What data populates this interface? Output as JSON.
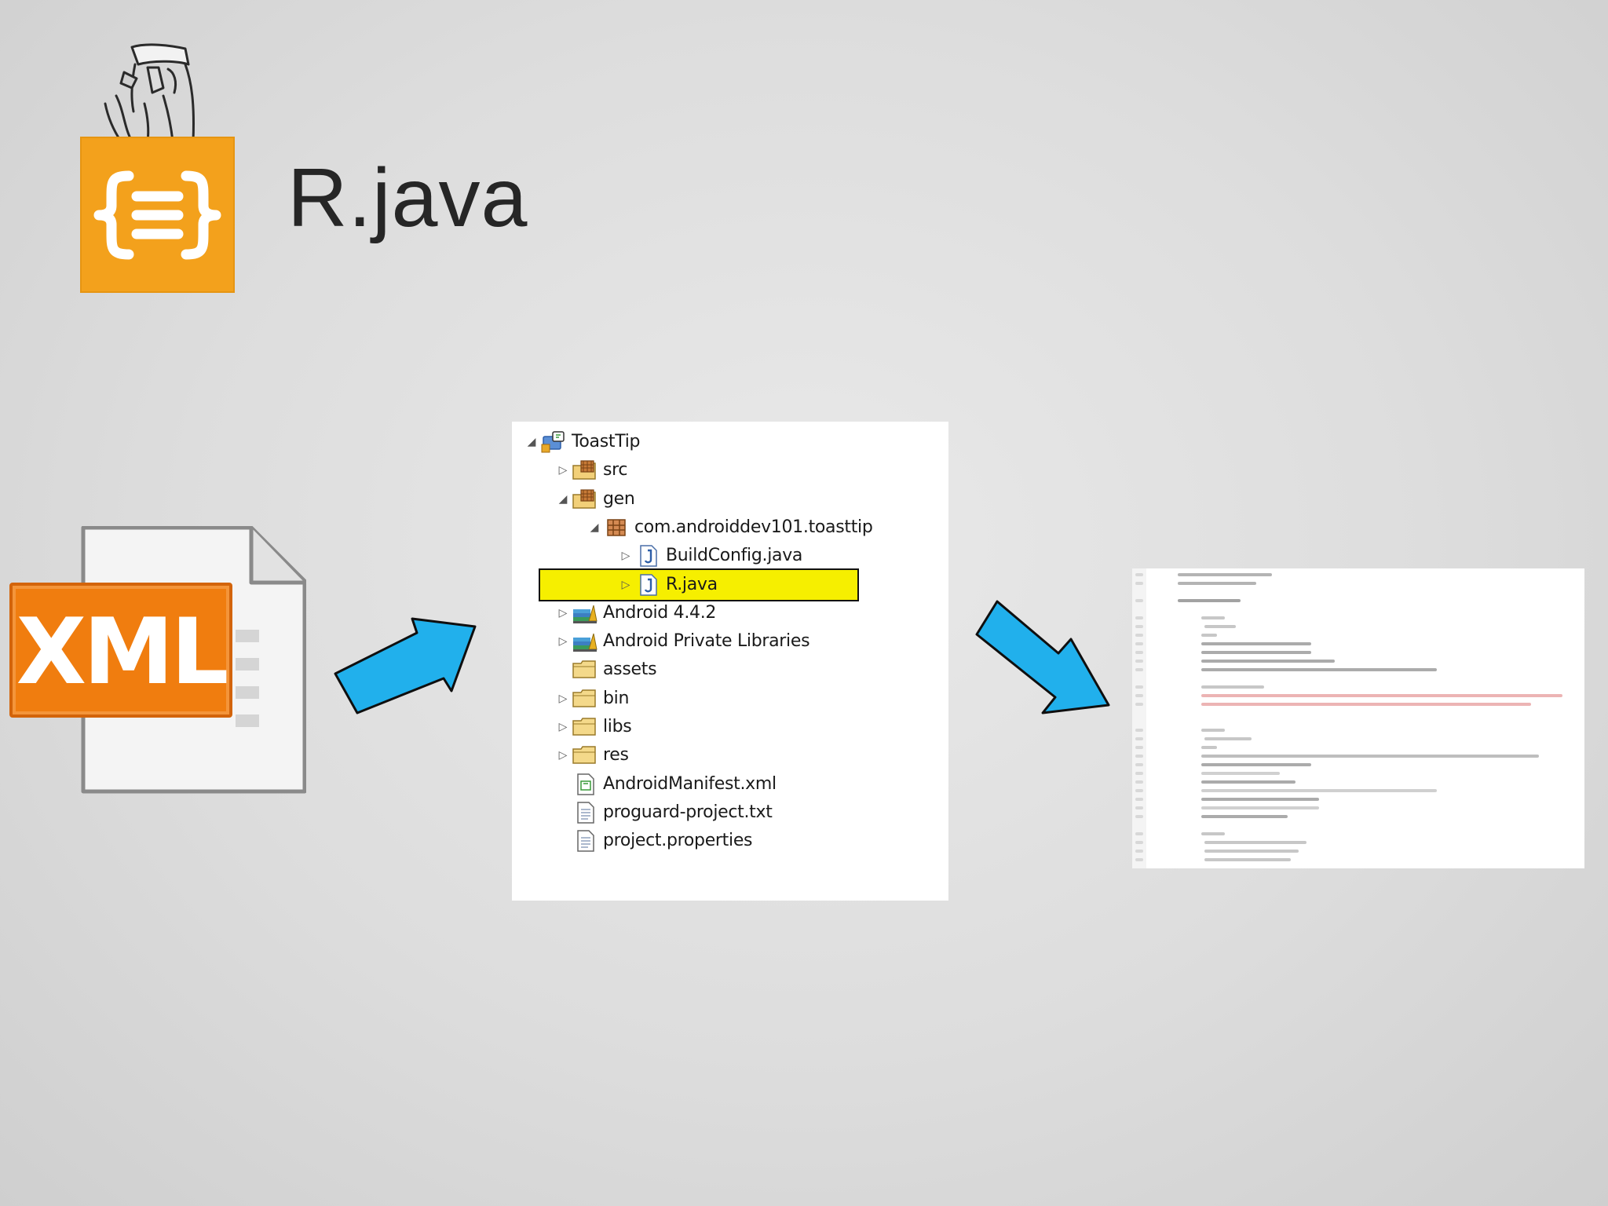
{
  "slide": {
    "title": "R.java"
  },
  "xml_icon": {
    "badge_text": "XML"
  },
  "explorer": {
    "items": [
      {
        "label": "ToastTip",
        "twisty": "expanded",
        "icon": "project-icon"
      },
      {
        "label": "src",
        "twisty": "collapsed",
        "icon": "source-folder-icon"
      },
      {
        "label": "gen",
        "twisty": "expanded",
        "icon": "source-folder-icon"
      },
      {
        "label": "com.androiddev101.toasttip",
        "twisty": "expanded",
        "icon": "package-icon"
      },
      {
        "label": "BuildConfig.java",
        "twisty": "collapsed",
        "icon": "java-file-icon"
      },
      {
        "label": "R.java",
        "twisty": "collapsed",
        "icon": "java-file-icon",
        "highlighted": true
      },
      {
        "label": "Android 4.4.2",
        "twisty": "collapsed",
        "icon": "library-icon"
      },
      {
        "label": "Android Private Libraries",
        "twisty": "collapsed",
        "icon": "library-icon"
      },
      {
        "label": "assets",
        "twisty": "none",
        "icon": "folder-icon"
      },
      {
        "label": "bin",
        "twisty": "collapsed",
        "icon": "folder-icon"
      },
      {
        "label": "libs",
        "twisty": "collapsed",
        "icon": "folder-icon"
      },
      {
        "label": "res",
        "twisty": "collapsed",
        "icon": "folder-icon"
      },
      {
        "label": "AndroidManifest.xml",
        "twisty": "none",
        "icon": "manifest-icon"
      },
      {
        "label": "proguard-project.txt",
        "twisty": "none",
        "icon": "text-file-icon"
      },
      {
        "label": "project.properties",
        "twisty": "none",
        "icon": "text-file-icon"
      }
    ]
  },
  "colors": {
    "tile_orange": "#f3a11c",
    "xml_orange": "#f07d0f",
    "arrow_blue": "#21b0ec",
    "highlight_yellow": "#f6ef00"
  }
}
